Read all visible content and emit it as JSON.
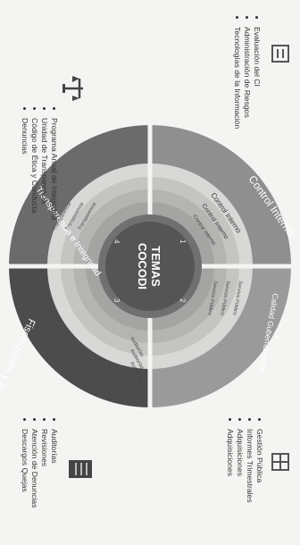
{
  "center": {
    "line1": "TEMAS",
    "line2": "COCODI"
  },
  "quadrants": [
    {
      "title": "Control Interno",
      "rings": [
        "Control Interno",
        "Control Interno",
        "Control Interno"
      ],
      "color": "#8f8f8f"
    },
    {
      "title": "Calidad Gubernamental",
      "rings": [
        "Servicio Público",
        "Servicio Público",
        "Servicio Público"
      ],
      "color": "#9a9a9a"
    },
    {
      "title": "Fiscalización y Auditoría",
      "rings": [
        "Auditorías",
        "Auditorías",
        "Auditorías"
      ],
      "color": "#4c4c4c"
    },
    {
      "title": "Transparencia e Integridad",
      "rings": [
        "Transparencia",
        "Transparencia",
        "Transparencia"
      ],
      "color": "#6b6b6b"
    }
  ],
  "lists": {
    "control_interno": [
      "Evaluación del CI",
      "Administración de Riesgos",
      "Tecnologías de la Información"
    ],
    "calidad": [
      "Gestión Pública",
      "Informes Trimestrales",
      "Adquisiciones",
      "Adquisiciones"
    ],
    "fiscalizacion": [
      "Auditorías",
      "Revisiones",
      "Atención de Denuncias",
      "Descargos Quejas"
    ],
    "transparencia": [
      "Programa Anual de Integridad",
      "Unidad de Transparencia",
      "Código de Ética y Conducta",
      "Denuncias"
    ]
  },
  "icons": [
    "checklist-icon",
    "scales-icon",
    "document-icon",
    "grid-icon"
  ],
  "colors": {
    "center": "#555555",
    "ring_dark": "#7a7a7a",
    "ring_mid": "#a9a9a9",
    "ring_light": "#cfcfcf",
    "text_light": "#ffffff"
  }
}
